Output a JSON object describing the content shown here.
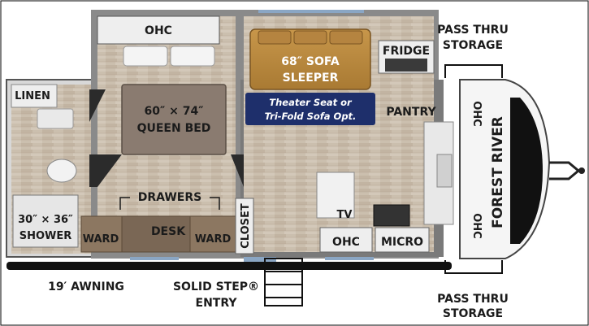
{
  "labels": {
    "ohc_bedroom": "OHC",
    "sofa_line1": "68″ SOFA",
    "sofa_line2": "SLEEPER",
    "fridge": "FRIDGE",
    "pass_thru_top_1": "PASS THRU",
    "pass_thru_top_2": "STORAGE",
    "linen": "LINEN",
    "bed_line1": "60″ × 74″",
    "bed_line2": "QUEEN BED",
    "option_line1": "Theater Seat or",
    "option_line2": "Tri-Fold Sofa Opt.",
    "pantry": "PANTRY",
    "ohc_front_top": "OHC",
    "brand": "FOREST RIVER",
    "drawers": "DRAWERS",
    "tv": "TV",
    "shower_line1": "30″ × 36″",
    "shower_line2": "SHOWER",
    "ward_left": "WARD",
    "desk": "DESK",
    "ward_right": "WARD",
    "closet": "CLOSET",
    "ohc_kitchen": "OHC",
    "micro": "MICRO",
    "ohc_front_bottom": "OHC",
    "awning": "19′ AWNING",
    "entry_line1": "SOLID STEP®",
    "entry_line2": "ENTRY",
    "pass_thru_bottom_1": "PASS THRU",
    "pass_thru_bottom_2": "STORAGE"
  },
  "colors": {
    "wall": "#6f6f6f",
    "floor": "#c9bcac",
    "sofa": "#b8893f",
    "bed": "#8a7b70",
    "option_badge": "#1e2f6b",
    "cabinet": "#8c7761",
    "counter": "#e4e4e4"
  }
}
